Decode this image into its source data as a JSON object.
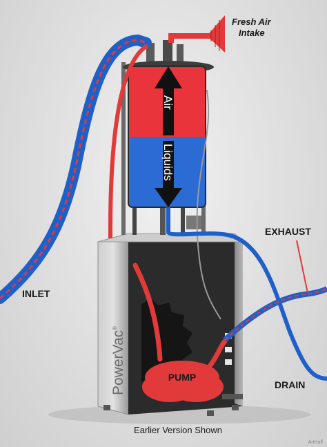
{
  "labels": {
    "fresh_air_intake": "Fresh Air\nIntake",
    "air": "Air",
    "liquids": "Liquids",
    "exhaust": "EXHAUST",
    "inlet": "INLET",
    "drain": "DRAIN",
    "pump": "PUMP",
    "brand": "PowerVac",
    "brand_mark": "®",
    "caption": "Earlier Version Shown",
    "watermark": "ArtHalf"
  },
  "colors": {
    "air_red": "#e8343a",
    "liquid_blue": "#2a6bd4",
    "hose_blue": "#1f5fc8",
    "hose_red": "#e23a3a",
    "cabinet": "#bdbdbd",
    "dark": "#1e1e1e"
  }
}
